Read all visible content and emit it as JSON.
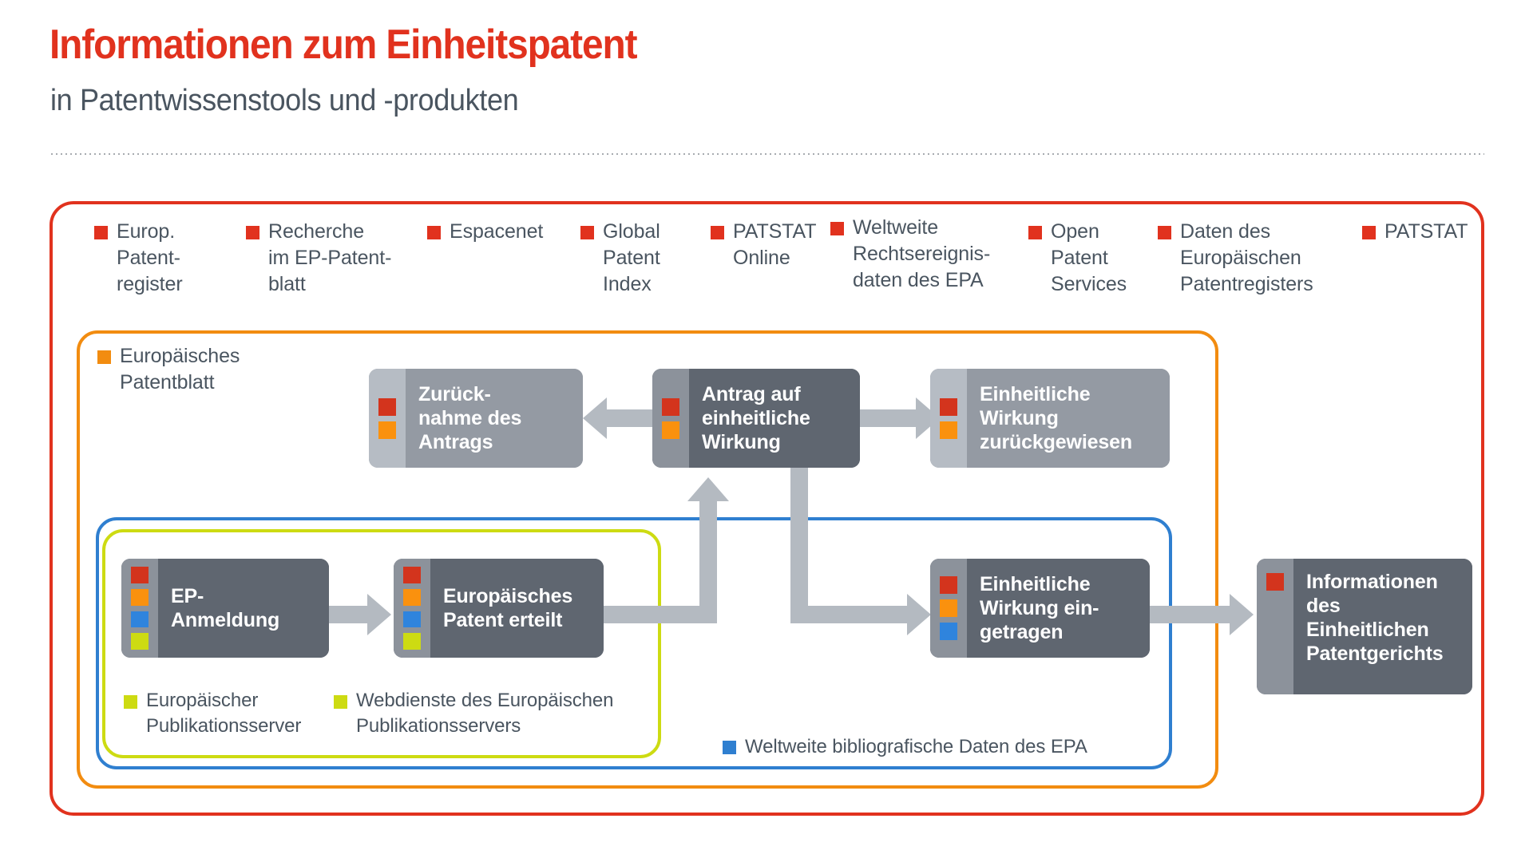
{
  "header": {
    "title": "Informationen zum Einheitspatent",
    "subtitle": "in Patentwissenstools und -produkten",
    "title_color": "#e1321e",
    "subtitle_color": "#4a5560"
  },
  "palette": {
    "red": "#e1321e",
    "orange": "#f28c10",
    "blue": "#2f7fd0",
    "yellow": "#cddb12",
    "box_dark": "#5f6670",
    "box_dark_strip": "#8c929b",
    "box_light": "#949aa3",
    "box_light_strip": "#b6bcc4",
    "arrow": "#b4bac1"
  },
  "frames": [
    {
      "name": "red-frame",
      "color": "#e1321e"
    },
    {
      "name": "orange-frame",
      "color": "#f28c10"
    },
    {
      "name": "blue-frame",
      "color": "#2f7fd0"
    },
    {
      "name": "yellow-frame",
      "color": "#cddb12"
    }
  ],
  "red_legend": [
    {
      "label": "Europ.\nPatent-\nregister"
    },
    {
      "label": "Recherche\nim EP-Patent-\nblatt"
    },
    {
      "label": "Espacenet"
    },
    {
      "label": "Global\nPatent\nIndex"
    },
    {
      "label": "PATSTAT\nOnline"
    },
    {
      "label": "Weltweite\nRechtsereignis-\ndaten des EPA"
    },
    {
      "label": "Open\nPatent\nServices"
    },
    {
      "label": "Daten des\nEuropäischen\nPatentregisters"
    },
    {
      "label": "PATSTAT"
    }
  ],
  "orange_legend": {
    "label": "Europäisches\nPatentblatt"
  },
  "yellow_legend": [
    {
      "label": "Europäischer\nPublikationsserver"
    },
    {
      "label": "Webdienste des Europäischen\nPublikationsservers"
    }
  ],
  "blue_legend": {
    "label": "Weltweite bibliografische Daten des EPA"
  },
  "nodes": [
    {
      "id": "zuruecknahme",
      "label": "Zurück-\nnahme des\nAntrags",
      "style": "light",
      "markers": [
        "red",
        "orange"
      ]
    },
    {
      "id": "antrag",
      "label": "Antrag auf\neinheitliche\nWirkung",
      "style": "dark",
      "markers": [
        "red",
        "orange"
      ]
    },
    {
      "id": "zurueckgewiesen",
      "label": "Einheitliche\nWirkung\nzurückgewiesen",
      "style": "light",
      "markers": [
        "red",
        "orange"
      ]
    },
    {
      "id": "ep-anmeldung",
      "label": "EP-\nAnmeldung",
      "style": "dark",
      "markers": [
        "red",
        "orange",
        "blue",
        "yellow"
      ]
    },
    {
      "id": "patent-erteilt",
      "label": "Europäisches\nPatent erteilt",
      "style": "dark",
      "markers": [
        "red",
        "orange",
        "blue",
        "yellow"
      ]
    },
    {
      "id": "wirkung-eingetragen",
      "label": "Einheitliche\nWirkung ein-\ngetragen",
      "style": "dark",
      "markers": [
        "red",
        "orange",
        "blue"
      ]
    },
    {
      "id": "patentgericht",
      "label": "Informationen\ndes\nEinheitlichen\nPatentgerichts",
      "style": "dark",
      "markers": [
        "red"
      ]
    }
  ]
}
